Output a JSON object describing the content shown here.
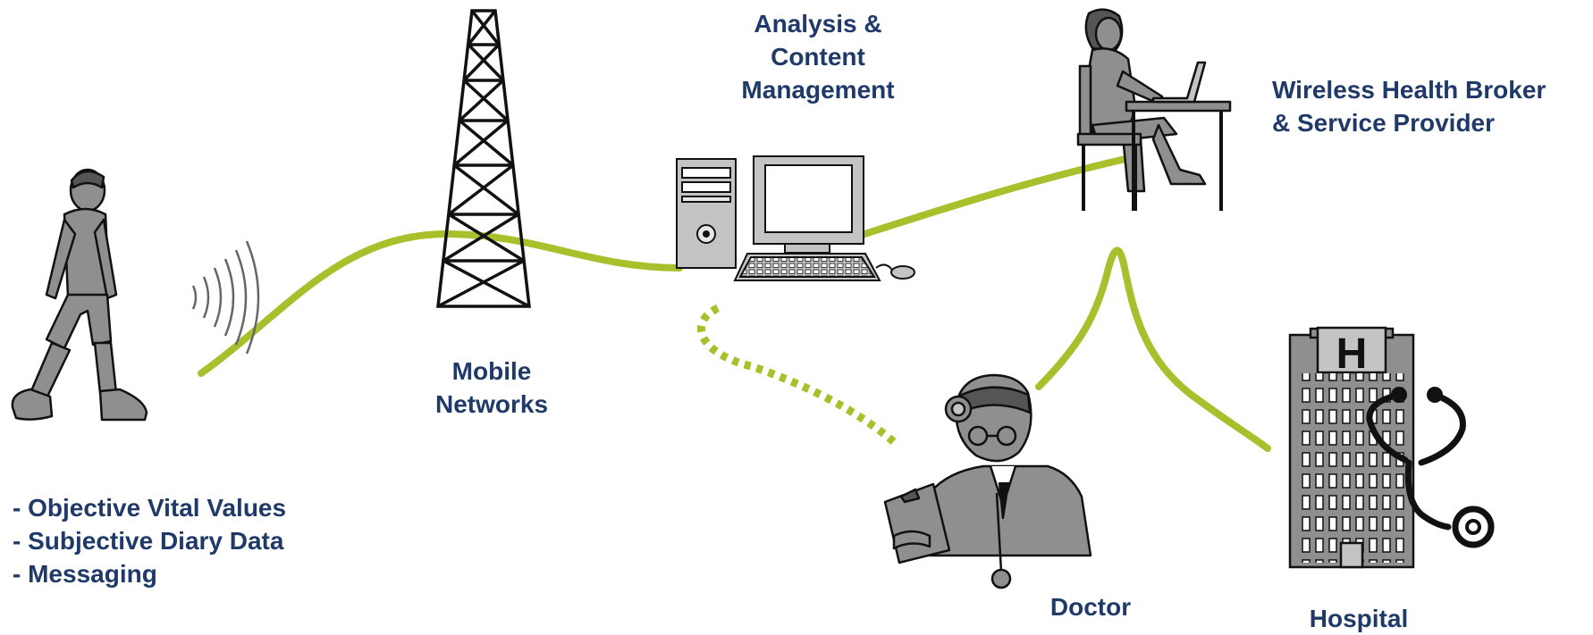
{
  "labels": {
    "analysis": [
      "Analysis &",
      "Content",
      "Management"
    ],
    "broker": [
      "Wireless Health Broker",
      "& Service Provider"
    ],
    "mobile": [
      "Mobile",
      "Networks"
    ],
    "patient_items": [
      "- Objective Vital Values",
      "- Subjective Diary Data",
      "- Messaging"
    ],
    "doctor": "Doctor",
    "hospital": "Hospital",
    "hospital_sign": "H"
  },
  "colors": {
    "text": "#1f3a68",
    "connection": "#a9bf2c",
    "figure_fill": "#8f8f8f",
    "outline": "#111111"
  },
  "icons": [
    "person-walking-icon",
    "wireless-signal-icon",
    "tower-icon",
    "computer-icon",
    "woman-at-laptop-icon",
    "doctor-icon",
    "hospital-icon",
    "stethoscope-icon"
  ]
}
